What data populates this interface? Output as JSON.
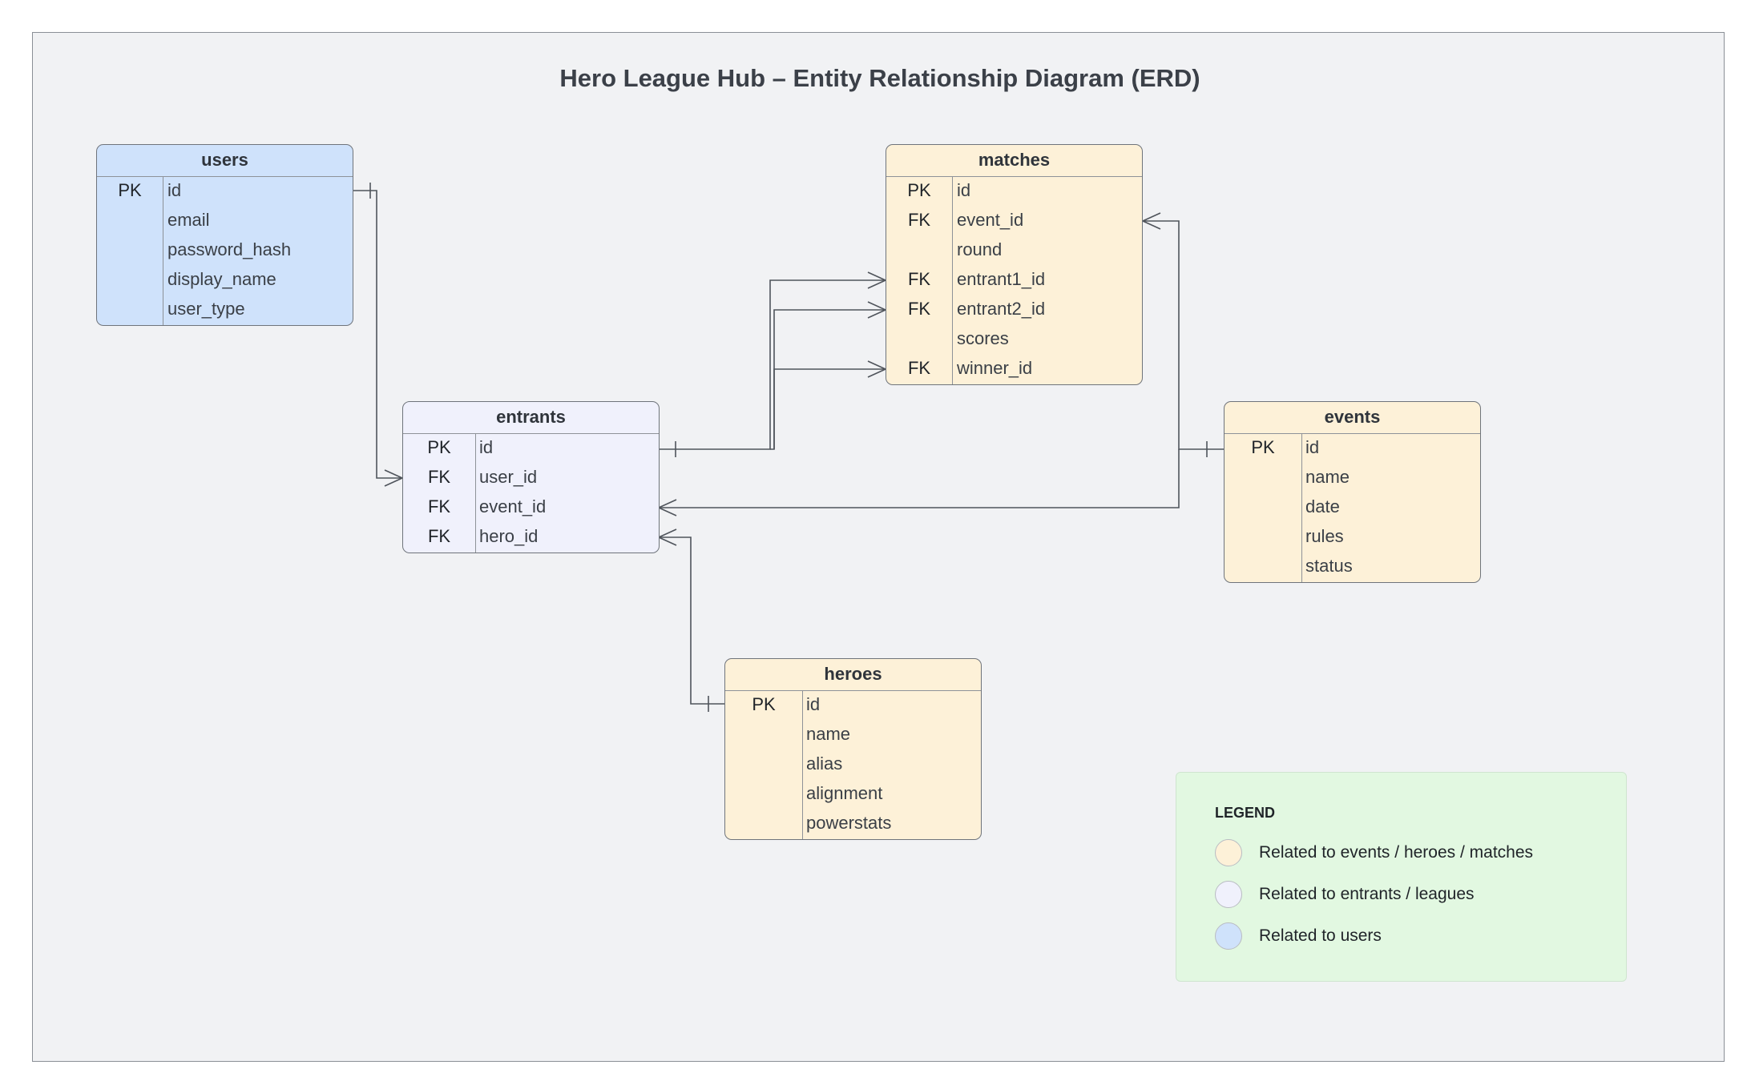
{
  "title": "Hero League Hub – Entity Relationship Diagram (ERD)",
  "colors": {
    "events_heroes_matches": "#fdf1d8",
    "entrants_leagues": "#f0f1fc",
    "users": "#cfe2fb",
    "legend_bg": "#e2f8e1",
    "line": "#4f545b"
  },
  "entities": {
    "users": {
      "name": "users",
      "rows": [
        {
          "key": "PK",
          "field": "id"
        },
        {
          "key": "",
          "field": "email"
        },
        {
          "key": "",
          "field": "password_hash"
        },
        {
          "key": "",
          "field": "display_name"
        },
        {
          "key": "",
          "field": "user_type"
        }
      ]
    },
    "matches": {
      "name": "matches",
      "rows": [
        {
          "key": "PK",
          "field": "id"
        },
        {
          "key": "FK",
          "field": "event_id"
        },
        {
          "key": "",
          "field": "round"
        },
        {
          "key": "FK",
          "field": "entrant1_id"
        },
        {
          "key": "FK",
          "field": "entrant2_id"
        },
        {
          "key": "",
          "field": "scores"
        },
        {
          "key": "FK",
          "field": "winner_id"
        }
      ]
    },
    "entrants": {
      "name": "entrants",
      "rows": [
        {
          "key": "PK",
          "field": "id"
        },
        {
          "key": "FK",
          "field": "user_id"
        },
        {
          "key": "FK",
          "field": "event_id"
        },
        {
          "key": "FK",
          "field": "hero_id"
        }
      ]
    },
    "events": {
      "name": "events",
      "rows": [
        {
          "key": "PK",
          "field": "id"
        },
        {
          "key": "",
          "field": "name"
        },
        {
          "key": "",
          "field": "date"
        },
        {
          "key": "",
          "field": "rules"
        },
        {
          "key": "",
          "field": "status"
        }
      ]
    },
    "heroes": {
      "name": "heroes",
      "rows": [
        {
          "key": "PK",
          "field": "id"
        },
        {
          "key": "",
          "field": "name"
        },
        {
          "key": "",
          "field": "alias"
        },
        {
          "key": "",
          "field": "alignment"
        },
        {
          "key": "",
          "field": "powerstats"
        }
      ]
    }
  },
  "relationships": [
    {
      "from": "users.id",
      "to": "entrants.user_id",
      "type": "one-to-many"
    },
    {
      "from": "entrants.id",
      "to": "matches.entrant1_id",
      "type": "one-to-many"
    },
    {
      "from": "entrants.id",
      "to": "matches.entrant2_id",
      "type": "one-to-many"
    },
    {
      "from": "entrants.id",
      "to": "matches.winner_id",
      "type": "one-to-many"
    },
    {
      "from": "events.id",
      "to": "matches.event_id",
      "type": "one-to-many"
    },
    {
      "from": "events.id",
      "to": "entrants.event_id",
      "type": "one-to-many"
    },
    {
      "from": "heroes.id",
      "to": "entrants.hero_id",
      "type": "one-to-many"
    }
  ],
  "legend": {
    "title": "LEGEND",
    "items": [
      {
        "label": "Related to events / heroes / matches",
        "color": "#fdf1d8"
      },
      {
        "label": "Related to entrants / leagues",
        "color": "#f0f1fc"
      },
      {
        "label": "Related to users",
        "color": "#cfe2fb"
      }
    ]
  }
}
